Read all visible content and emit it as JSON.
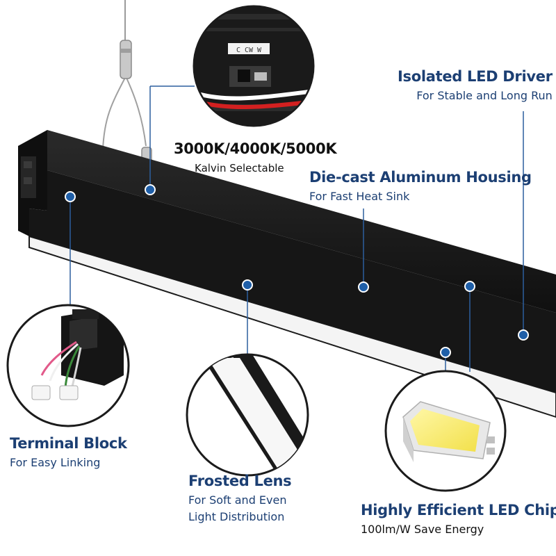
{
  "colors": {
    "accent": "#1f5fa8",
    "title": "#1c3f73",
    "housing": "#1b1b1b",
    "lens": "#f4f4f4"
  },
  "callouts": {
    "driver": {
      "title": "Isolated LED Driver",
      "subtitle": "For Stable and Long Run"
    },
    "cct": {
      "title": "3000K/4000K/5000K",
      "subtitle": "Kalvin Selectable",
      "switch_text": "C  CW  W"
    },
    "housing": {
      "title": "Die-cast Aluminum Housing",
      "subtitle": "For Fast Heat Sink"
    },
    "terminal": {
      "title": "Terminal Block",
      "subtitle": "For Easy Linking"
    },
    "lens": {
      "title": "Frosted Lens",
      "subtitle_line1": "For Soft and Even",
      "subtitle_line2": "Light Distribution"
    },
    "chip": {
      "title": "Highly Efficient LED Chip",
      "subtitle": "100lm/W Save Energy"
    }
  },
  "icons": [
    "suspension-cable-icon",
    "cable-gripper-icon",
    "cct-switch-icon",
    "terminal-block-icon",
    "frosted-lens-icon",
    "led-chip-icon"
  ]
}
